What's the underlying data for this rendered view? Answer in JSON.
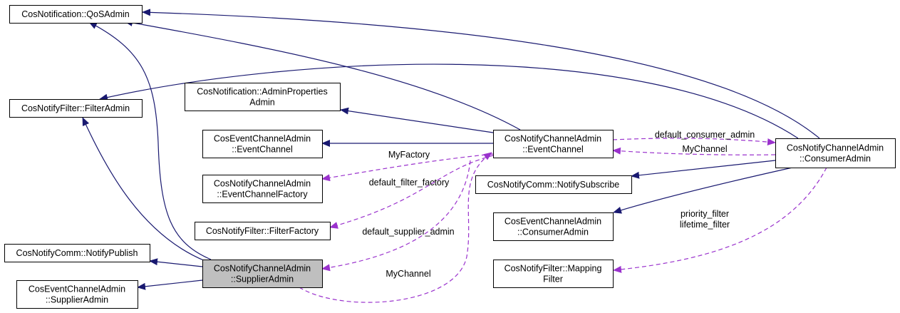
{
  "nodes": {
    "qos_admin": [
      "CosNotification::QoSAdmin"
    ],
    "filter_admin": [
      "CosNotifyFilter::FilterAdmin"
    ],
    "admin_properties_admin": [
      "CosNotification::AdminProperties",
      "Admin"
    ],
    "cec_event_channel": [
      "CosEventChannelAdmin",
      "::EventChannel"
    ],
    "cnca_event_channel_factory": [
      "CosNotifyChannelAdmin",
      "::EventChannelFactory"
    ],
    "filter_factory": [
      "CosNotifyFilter::FilterFactory"
    ],
    "notify_publish": [
      "CosNotifyComm::NotifyPublish"
    ],
    "cnca_supplier_admin": [
      "CosNotifyChannelAdmin",
      "::SupplierAdmin"
    ],
    "ceca_supplier_admin": [
      "CosEventChannelAdmin",
      "::SupplierAdmin"
    ],
    "cnca_event_channel": [
      "CosNotifyChannelAdmin",
      "::EventChannel"
    ],
    "notify_subscribe": [
      "CosNotifyComm::NotifySubscribe"
    ],
    "ceca_consumer_admin": [
      "CosEventChannelAdmin",
      "::ConsumerAdmin"
    ],
    "mapping_filter": [
      "CosNotifyFilter::Mapping",
      "Filter"
    ],
    "cnca_consumer_admin": [
      "CosNotifyChannelAdmin",
      "::ConsumerAdmin"
    ]
  },
  "edge_labels": {
    "my_factory": "MyFactory",
    "default_filter_factory": "default_filter_factory",
    "default_supplier_admin": "default_supplier_admin",
    "my_channel_supplier": "MyChannel",
    "default_consumer_admin": "default_consumer_admin",
    "my_channel_consumer": "MyChannel",
    "priority_filter": "priority_filter",
    "lifetime_filter": "lifetime_filter"
  },
  "colors": {
    "inheritance": "#191970",
    "usage": "#9a32cd",
    "selected_node": "#bfbfbf"
  }
}
